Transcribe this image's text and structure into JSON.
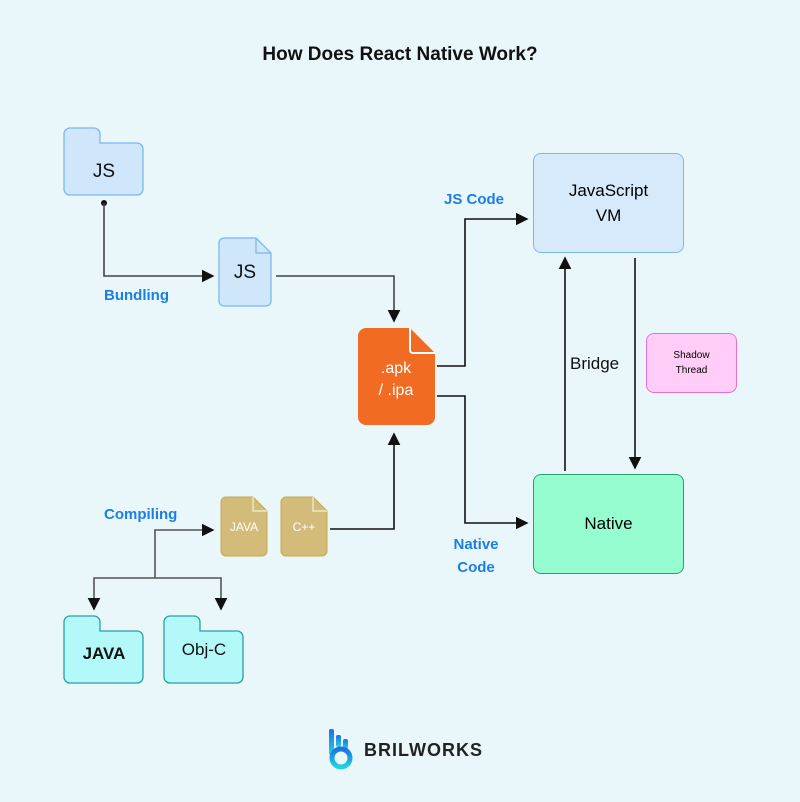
{
  "title": "How Does React Native Work?",
  "nodes": {
    "js_folder": "JS",
    "js_file": "JS",
    "apk": [
      ".apk",
      "/ .ipa"
    ],
    "jsvm": [
      "JavaScript",
      "VM"
    ],
    "native": "Native",
    "shadow": [
      "Shadow",
      "Thread"
    ],
    "java_file": "JAVA",
    "cpp_file": "C++",
    "java_folder": "JAVA",
    "objc_folder": "Obj-C"
  },
  "labels": {
    "bundling": "Bundling",
    "compiling": "Compiling",
    "js_code": "JS Code",
    "native_code": [
      "Native",
      "Code"
    ],
    "bridge": "Bridge"
  },
  "brand": {
    "name": "BRILWORKS"
  },
  "colors": {
    "background": "#e9f7fb",
    "js_fill": "#cfe6fb",
    "js_stroke": "#7bb7ef",
    "apk_fill": "#f26b22",
    "native_fill": "#95fdcf",
    "shadow_fill": "#ffcdf7",
    "gold_fill": "#d3bc7a",
    "cyan_fill": "#b4f9f9",
    "label_blue": "#1a7fe0"
  }
}
